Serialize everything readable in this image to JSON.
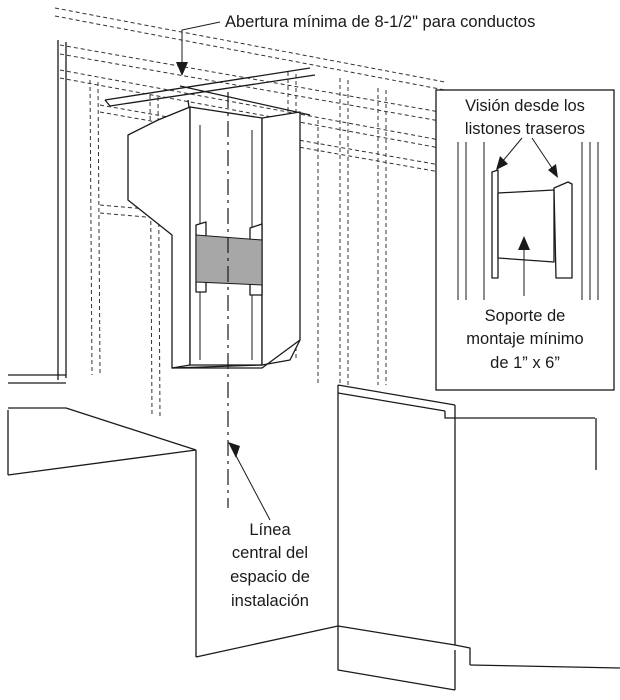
{
  "labels": {
    "duct_opening": "Abertura mínima de 8-1/2\" para conductos",
    "inset_title_line1": "Visión desde los",
    "inset_title_line2": "listones traseros",
    "support_line1": "Soporte de",
    "support_line2": "montaje mínimo",
    "support_line3": "de 1” x 6”",
    "centerline_line1": "Línea",
    "centerline_line2": "central del",
    "centerline_line3": "espacio de",
    "centerline_line4": "instalación"
  },
  "colors": {
    "line": "#1a1a1a",
    "support_fill": "#a7a7a7",
    "background": "#ffffff"
  }
}
